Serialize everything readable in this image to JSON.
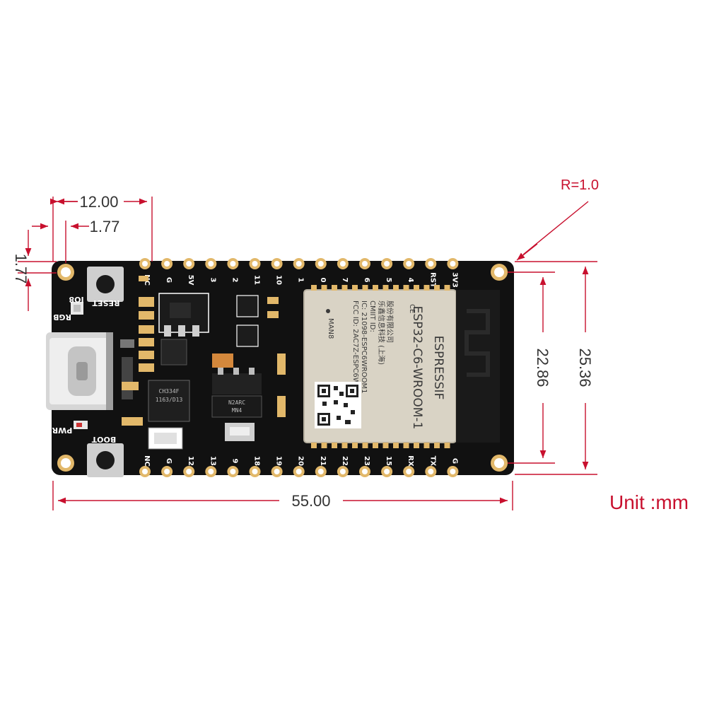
{
  "dimensions": {
    "top_offset": "12.00",
    "hole_offset_x": "1.77",
    "hole_offset_y": "1.77",
    "corner_radius": "R=1.0",
    "hole_spacing_height": "22.86",
    "board_height": "25.36",
    "board_length": "55.00",
    "unit": "Unit :mm"
  },
  "board": {
    "top_pins": [
      "NC",
      "G",
      "5V",
      "3",
      "2",
      "11",
      "10",
      "1",
      "0",
      "7",
      "6",
      "5",
      "4",
      "RST",
      "3V3"
    ],
    "bottom_pins": [
      "NC",
      "G",
      "12",
      "13",
      "9",
      "18",
      "19",
      "20",
      "21",
      "22",
      "23",
      "15",
      "RX",
      "TX",
      "G"
    ],
    "silk": {
      "reset": "RESET",
      "boot": "BOOT",
      "rgb": "RGB",
      "io8": "IO8",
      "pwr": "PWR"
    },
    "chips": {
      "usb_chip": "CH334F",
      "usb_chip_code": "1163/D13",
      "reg_chip": "N2ARC",
      "reg_chip2": "MN4"
    },
    "module": {
      "model": "ESP32-C6-WROOM-1",
      "brand": "ESPRESSIF",
      "ce": "CE",
      "fcc": "FCC ID: 2AC7Z-ESPC6WROOM1",
      "ic": "IC: 21098-ESPC6WROOM1",
      "cmiit": "CMIIT ID:",
      "cn": "乐鑫信息科技 (上海)",
      "cn2": "股份有限公司",
      "batch": "MAN8"
    }
  },
  "colors": {
    "dimension_line": "#c8102e",
    "board": "#111111",
    "pad": "#e2b86a",
    "module": "#d9d3c5"
  }
}
